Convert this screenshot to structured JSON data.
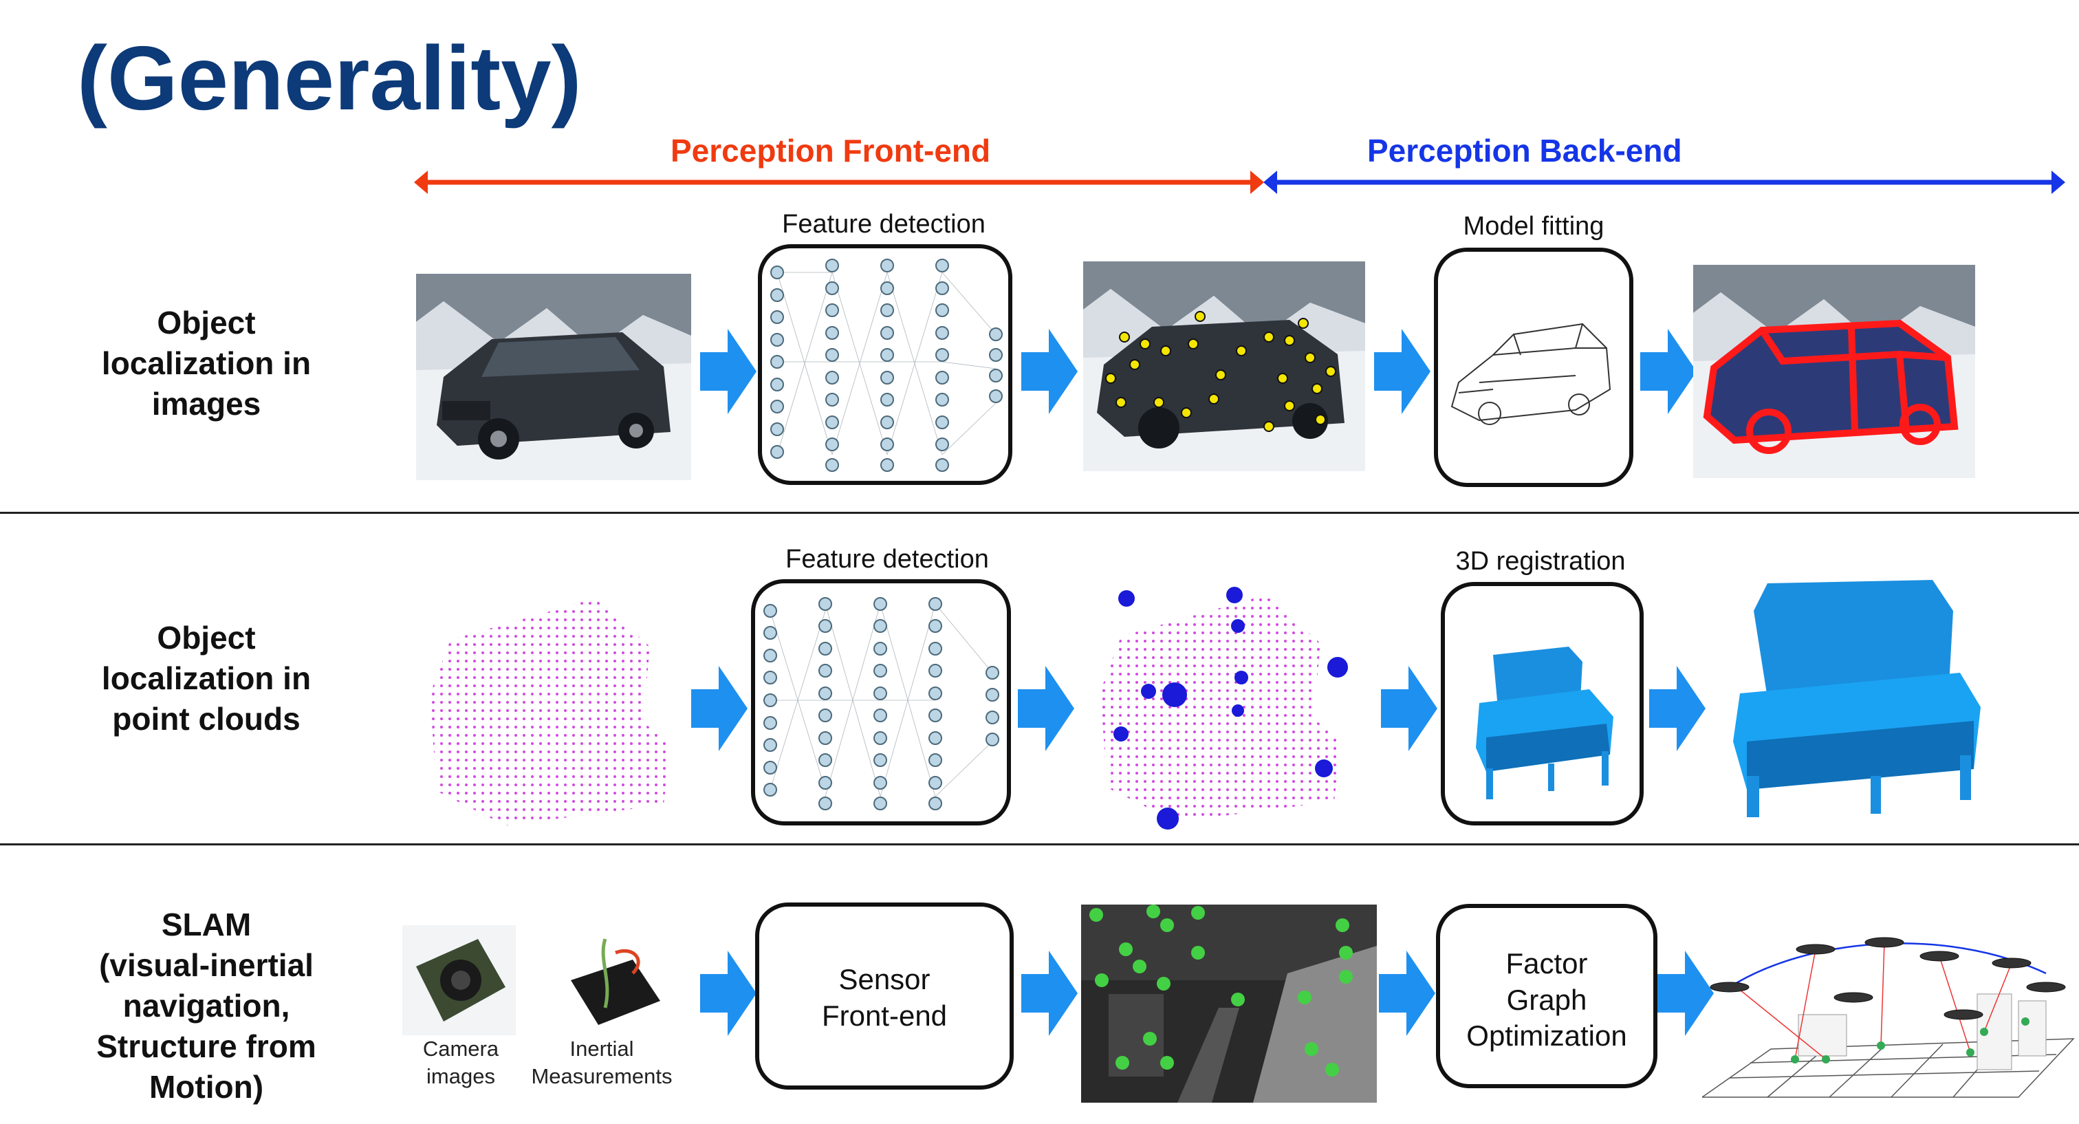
{
  "title": "(Generality)",
  "header": {
    "front_end": {
      "label": "Perception Front-end",
      "color": "#f03a10"
    },
    "back_end": {
      "label": "Perception Back-end",
      "color": "#1535e6"
    }
  },
  "colors": {
    "arrow": "#1e90f0",
    "title": "#0d3a78",
    "keypoint_image": "#f4e600",
    "keypoint_cloud": "#1a1ad8",
    "keypoint_slam": "#44d044",
    "fit_overlay": "#ff1a1a",
    "chair": "#1aa3f2"
  },
  "rows": [
    {
      "label_lines": [
        "Object",
        "localization in",
        "images"
      ],
      "stage1_caption": "Feature detection",
      "stage2_caption": "Model fitting"
    },
    {
      "label_lines": [
        "Object",
        "localization in",
        "point clouds"
      ],
      "stage1_caption": "Feature detection",
      "stage2_caption": "3D registration"
    },
    {
      "label_lines": [
        "SLAM",
        "(visual-inertial",
        "navigation,",
        "Structure from",
        "Motion)"
      ],
      "inputs": [
        {
          "caption_lines": [
            "Camera",
            "images"
          ]
        },
        {
          "caption_lines": [
            "Inertial",
            "Measurements"
          ]
        }
      ],
      "stage1_box_lines": [
        "Sensor",
        "Front-end"
      ],
      "stage2_box_lines": [
        "Factor",
        "Graph",
        "Optimization"
      ]
    }
  ]
}
